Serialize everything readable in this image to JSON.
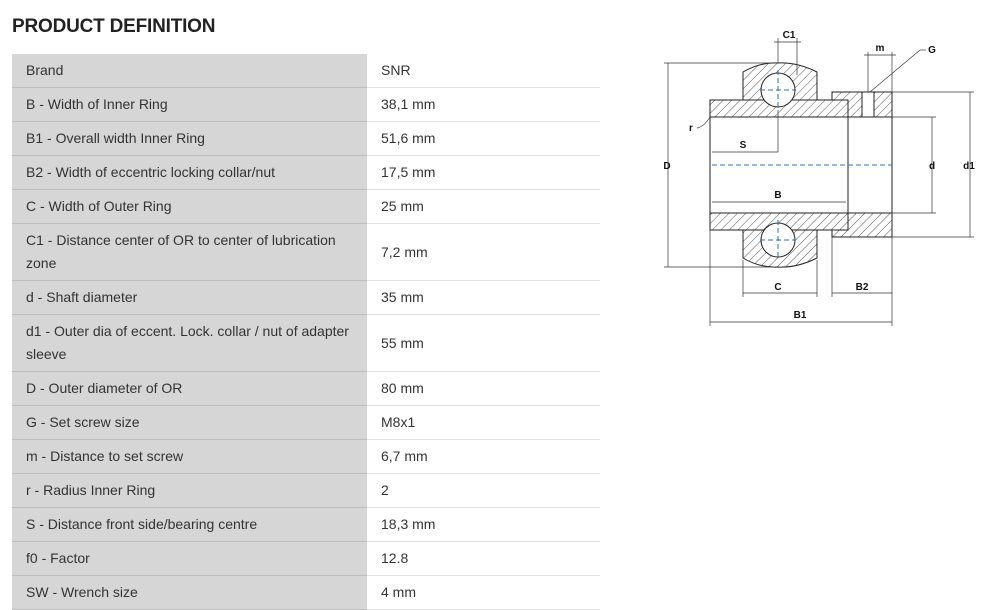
{
  "title": "PRODUCT DEFINITION",
  "rows": [
    {
      "label": "Brand",
      "value": "SNR"
    },
    {
      "label": "B - Width of Inner Ring",
      "value": "38,1 mm"
    },
    {
      "label": "B1 - Overall width Inner Ring",
      "value": "51,6 mm"
    },
    {
      "label": "B2 - Width of eccentric locking collar/nut",
      "value": "17,5 mm"
    },
    {
      "label": "C - Width of Outer Ring",
      "value": "25 mm"
    },
    {
      "label": "C1 - Distance center of OR to center of lubrication zone",
      "value": "7,2 mm"
    },
    {
      "label": "d - Shaft diameter",
      "value": "35 mm"
    },
    {
      "label": "d1 - Outer dia of eccent. Lock. collar / nut of adapter sleeve",
      "value": "55 mm"
    },
    {
      "label": "D - Outer diameter of OR",
      "value": "80 mm"
    },
    {
      "label": "G - Set screw size",
      "value": "M8x1"
    },
    {
      "label": "m - Distance to set screw",
      "value": "6,7 mm"
    },
    {
      "label": "r - Radius Inner Ring",
      "value": "2"
    },
    {
      "label": "S - Distance front side/bearing centre",
      "value": "18,3 mm"
    },
    {
      "label": "f0 - Factor",
      "value": "12.8"
    },
    {
      "label": "SW - Wrench size",
      "value": "4 mm"
    }
  ],
  "diagram": {
    "labels": {
      "C1": "C1",
      "m": "m",
      "G": "G",
      "r": "r",
      "S": "S",
      "D": "D",
      "d": "d",
      "d1": "d1",
      "B": "B",
      "C": "C",
      "B2": "B2",
      "B1": "B1"
    }
  }
}
